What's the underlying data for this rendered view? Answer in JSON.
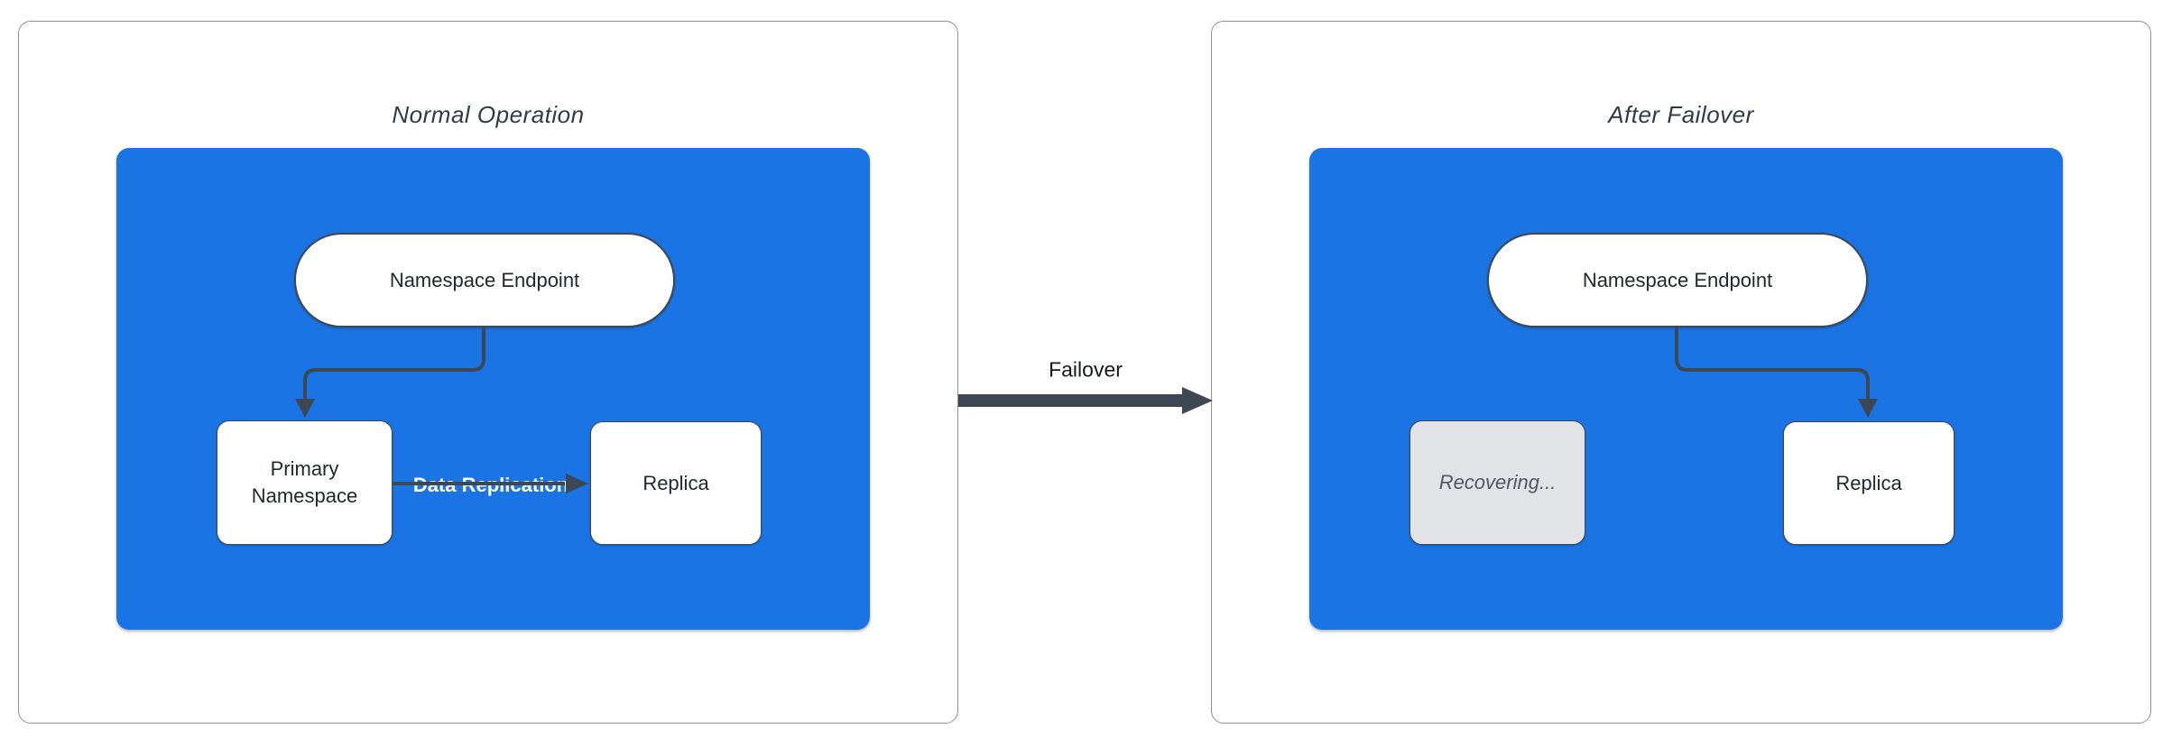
{
  "diagram": {
    "panels": [
      {
        "title": "Normal Operation",
        "endpoint_label": "Namespace Endpoint",
        "left_node_label": "Primary Namespace",
        "right_node_label": "Replica",
        "replication_label": "Data Replication"
      },
      {
        "title": "After Failover",
        "endpoint_label": "Namespace Endpoint",
        "left_node_label": "Recovering...",
        "right_node_label": "Replica"
      }
    ],
    "transition_label": "Failover",
    "colors": {
      "cluster_fill": "#1b74e4",
      "edge": "#3e4754",
      "node_fill": "#ffffff",
      "node_border": "#3f4750",
      "recovering_fill": "#e2e3e6",
      "recovering_text": "#51575f",
      "panel_border": "#8e9196"
    }
  }
}
